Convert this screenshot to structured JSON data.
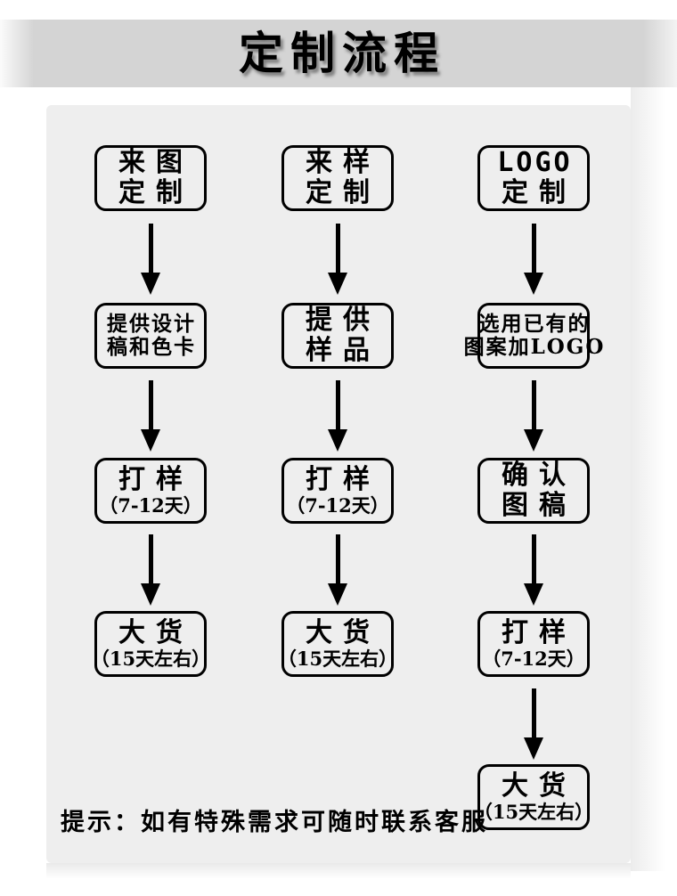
{
  "title": "定制流程",
  "tip": "提示：如有特殊需求可随时联系客服",
  "columns": [
    {
      "name": "custom-by-picture",
      "steps": [
        {
          "line1": "来图",
          "line2": "定制"
        },
        {
          "line1": "提供设计",
          "line2": "稿和色卡"
        },
        {
          "line1": "打样",
          "line2": "（7-12天）"
        },
        {
          "line1": "大货",
          "line2": "（15天左右）"
        }
      ]
    },
    {
      "name": "custom-by-sample",
      "steps": [
        {
          "line1": "来样",
          "line2": "定制"
        },
        {
          "line1": "提供",
          "line2": "样品"
        },
        {
          "line1": "打样",
          "line2": "（7-12天）"
        },
        {
          "line1": "大货",
          "line2": "（15天左右）"
        }
      ]
    },
    {
      "name": "custom-by-logo",
      "steps": [
        {
          "line1": "LOGO",
          "line2": "定制"
        },
        {
          "line1": "选用已有的",
          "line2": "图案加LOGO"
        },
        {
          "line1": "确认",
          "line2": "图稿"
        },
        {
          "line1": "打样",
          "line2": "（7-12天）"
        },
        {
          "line1": "大货",
          "line2": "（15天左右）"
        }
      ]
    }
  ]
}
